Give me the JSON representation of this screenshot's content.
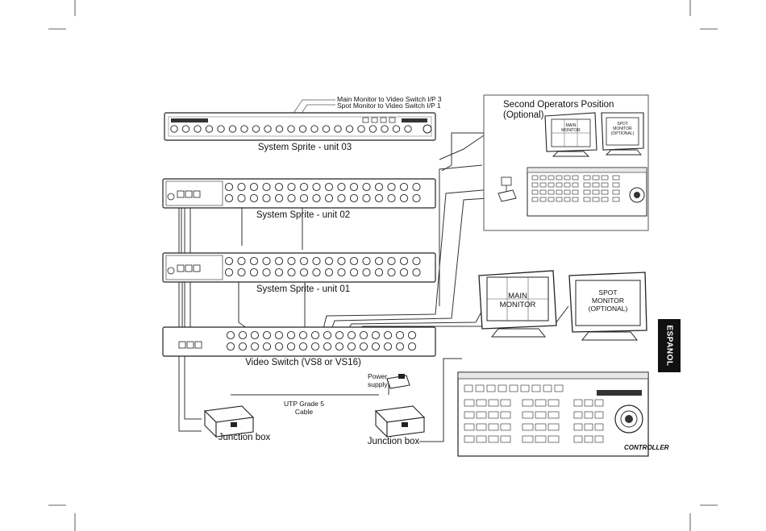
{
  "callouts": {
    "main_to_switch": "Main Monitor to Video Switch I/P 3",
    "spot_to_switch": "Spot Monitor to Video Switch I/P 1"
  },
  "units": {
    "unit03": "System Sprite - unit 03",
    "unit02": "System Sprite - unit 02",
    "unit01": "System Sprite - unit 01",
    "video_switch": "Video Switch (VS8 or VS16)"
  },
  "second_position": {
    "title": "Second Operators Position",
    "subtitle": "(Optional)",
    "main_monitor": [
      "MAIN",
      "MONITOR"
    ],
    "spot_monitor": [
      "SPOT",
      "MONITOR",
      "(OPTIONAL)"
    ]
  },
  "main_position": {
    "main_monitor": [
      "MAIN",
      "MONITOR"
    ],
    "spot_monitor": [
      "SPOT",
      "MONITOR",
      "(OPTIONAL)"
    ]
  },
  "keyboard": {
    "brand": "CONTROLLER"
  },
  "power": [
    "Power",
    "supply"
  ],
  "cable": [
    "UTP Grade 5",
    "Cable"
  ],
  "junction_left": "Junction box",
  "junction_right": "Junction box",
  "side_tab": "ESPANOL"
}
